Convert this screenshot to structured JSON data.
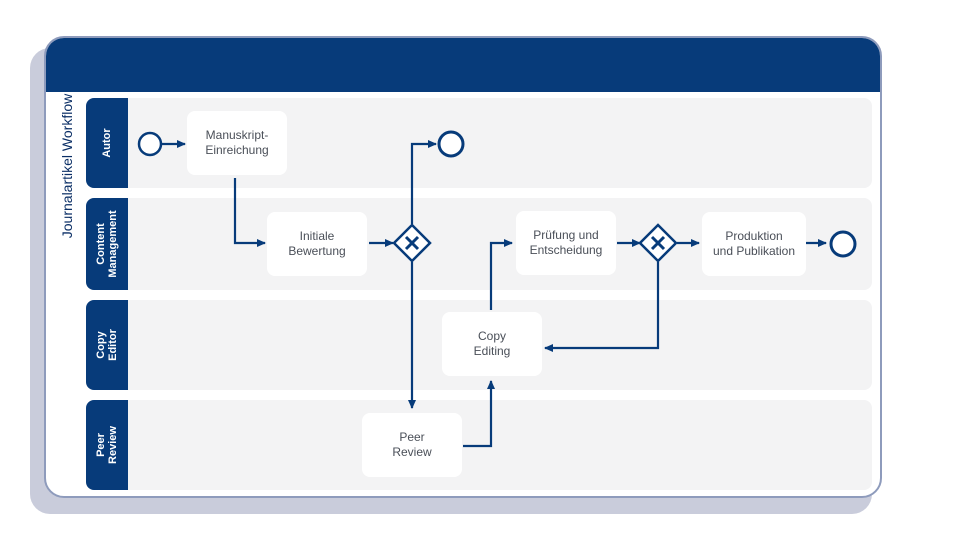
{
  "diagram": {
    "pool_label": "Journalartikel Workflow",
    "lanes": [
      {
        "label": "Autor"
      },
      {
        "label": "Content\nManagement"
      },
      {
        "label": "Copy\nEditor"
      },
      {
        "label": "Peer\nReview"
      }
    ],
    "tasks": {
      "submission": "Manuskript-\nEinreichung",
      "initial_review": "Initiale\nBewertung",
      "review_decision": "Prüfung und\nEntscheidung",
      "production": "Produktion\nund Publikation",
      "copy_editing": "Copy\nEditing",
      "peer_review": "Peer\nReview"
    },
    "colors": {
      "primary": "#073b7a",
      "lane_bg": "#f3f3f4",
      "shadow": "#c9ccdb",
      "task_text": "#4a4f58"
    }
  }
}
